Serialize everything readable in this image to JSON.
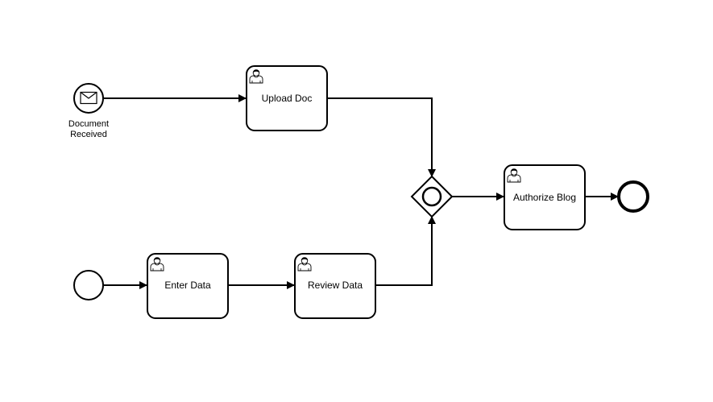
{
  "diagram": {
    "events": {
      "message_start": {
        "label_line1": "Document",
        "label_line2": "Received"
      }
    },
    "tasks": {
      "upload_doc": "Upload Doc",
      "enter_data": "Enter Data",
      "review_data": "Review Data",
      "authorize_blog": "Authorize Blog"
    }
  },
  "colors": {
    "stroke": "#000000",
    "fill": "#ffffff",
    "user_icon_body": "#ffffff",
    "user_icon_hair": "#000000"
  },
  "icons": {
    "message_event": "envelope-icon",
    "user_task": "user-icon",
    "gateway": "inclusive-gateway-icon"
  }
}
